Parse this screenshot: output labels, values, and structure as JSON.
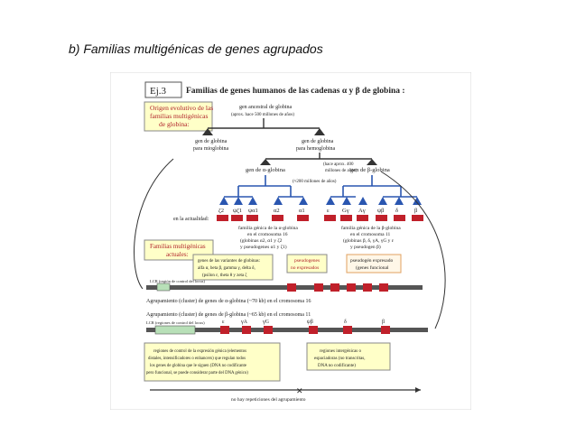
{
  "heading": "b) Familias multigénicas de genes agrupados",
  "figure": {
    "label": "Ej.3",
    "title": "Familias de genes humanos de las cadenas α y β de globina :",
    "origin_box": [
      "Origen evolutivo de las",
      "familias multigénicas",
      "de globina:"
    ],
    "ancestral": [
      "gen ancestral de globina",
      "(aprox. hace 500 millones de años)"
    ],
    "mioglobina": [
      "gen de globina",
      "para mioglobina"
    ],
    "hemoglobina": [
      "gen de globina",
      "para hemoglobina"
    ],
    "alpha_gene": "gen de α-globina",
    "beta_gene": "gen de β-globina",
    "split_note": [
      "(hace aprox. 400",
      "millones de años)"
    ],
    "split_note2": "(≈200 millones de años)",
    "alpha_genes": [
      "ζ2",
      "ψζ1",
      "ψα1",
      "α2",
      "α1"
    ],
    "beta_genes": [
      "ε",
      "Gγ",
      "Aγ",
      "ψβ",
      "δ",
      "β"
    ],
    "actualidad": "en la actualidad:",
    "alpha_family": [
      "familia génica de la α-globina",
      "en el cromosoma 16",
      "(globinas α2, α1 y ζ2",
      "y pseudogenes α1 y ζ1)"
    ],
    "beta_family": [
      "familia génica de la β-globina",
      "en el cromosoma 11",
      "(globinas β, δ, γA, γG y ε",
      "y pseudogen β)"
    ],
    "families_box": [
      "Familias multigénicas",
      "actuales:"
    ],
    "variants_box": [
      "genes de las variantes de globinas:",
      "alfa α, beta β, gamma γ, delta δ,",
      "(psilon ε, theta θ y zeta ζ"
    ],
    "pseudogenes_box": [
      "pseudogenes",
      "no expresados"
    ],
    "expressed_box": [
      "pseudogén expresado",
      "(genes funcional"
    ],
    "lcr_alpha": "LCR (región de control del locus)",
    "cluster_alpha": "Agrupamiento (cluster) de genes de α-globina (~70 kb) en el cromosoma 16",
    "cluster_beta": "Agrupamiento (cluster) de genes de β-globina (~65 kb) en el cromosoma 11",
    "lcr_beta": "LCR (regiones de control del locus)",
    "beta_row_labels": [
      "ε",
      "γA",
      "γG",
      "ψβ",
      "δ",
      "β"
    ],
    "control_box": [
      "regiones de control de la expresión génica (elementos",
      "distales, intensificadores o enhancers) que regulan todos",
      "los genes de globina que le siguen (DNA no codificante",
      "pero funcional, se puede considerar parte del DNA génico)"
    ],
    "intergenic_box": [
      "regiones intergénicas o",
      "espaciadoras (no transcritas,",
      "DNA no codificante)"
    ],
    "footer": "no hay repeticiones del agrupamiento"
  },
  "colors": {
    "accent_red": "#c0202a",
    "yellow": "#ffffc8",
    "blue_box": "#2a56b0"
  }
}
